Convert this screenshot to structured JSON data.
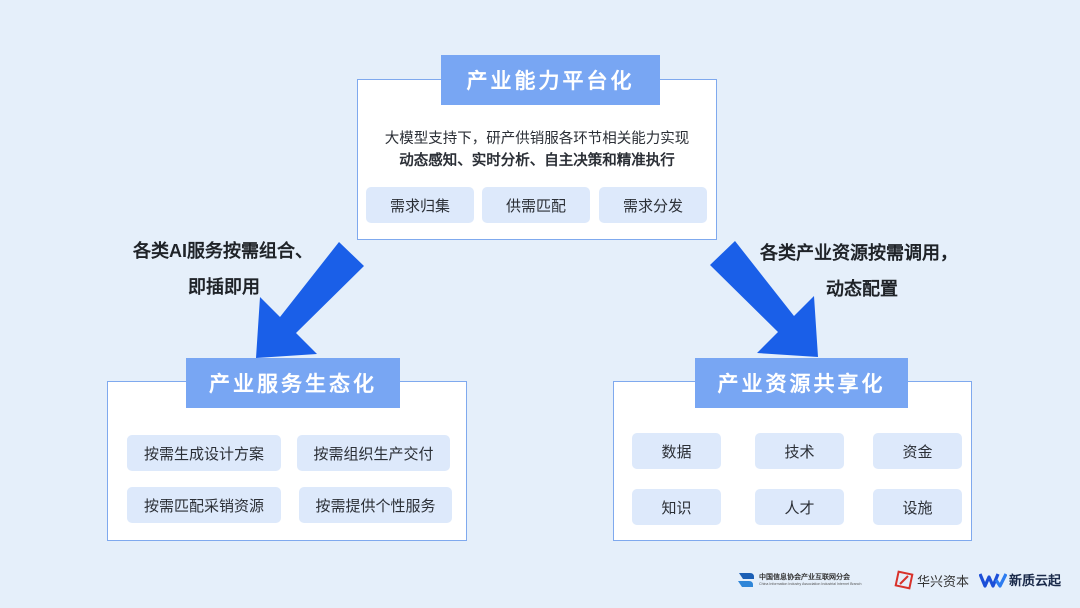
{
  "top": {
    "title": "产业能力平台化",
    "desc_line1": "大模型支持下，研产供销服各环节相关能力实现",
    "desc_line2": "动态感知、实时分析、自主决策和精准执行",
    "chips": [
      "需求归集",
      "供需匹配",
      "需求分发"
    ]
  },
  "left": {
    "title": "产业服务生态化",
    "chips": [
      "按需生成设计方案",
      "按需组织生产交付",
      "按需匹配采销资源",
      "按需提供个性服务"
    ]
  },
  "right": {
    "title": "产业资源共享化",
    "chips": [
      "数据",
      "技术",
      "资金",
      "知识",
      "人才",
      "设施"
    ]
  },
  "left_arrow_text": {
    "line1": "各类AI服务按需组合、",
    "line2": "即插即用"
  },
  "right_arrow_text": {
    "line1": "各类产业资源按需调用，",
    "line2": "动态配置"
  },
  "colors": {
    "background": "#e5effa",
    "title_fill": "#78a6f3",
    "chip_fill": "#dde9fb",
    "arrow": "#1a5fe8",
    "border": "#7fa9ee"
  },
  "logos": {
    "caiia_cn": "中国信息协会产业互联网分会",
    "caiia_en": "China Information Industry Association Industrial Internet Branch",
    "huaxing": "华兴资本",
    "xinzhi": "新质云起"
  }
}
